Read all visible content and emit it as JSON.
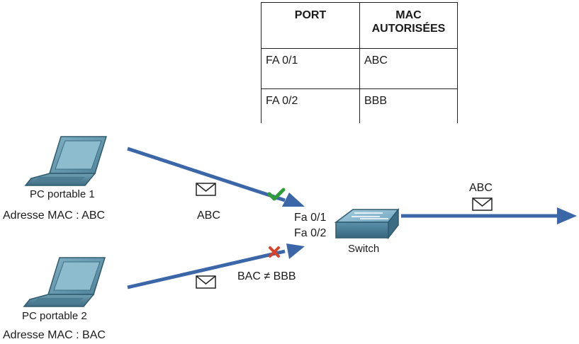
{
  "table": {
    "headers": [
      "PORT",
      "MAC AUTORISÉES"
    ],
    "rows": [
      {
        "port": "FA 0/1",
        "mac": "ABC"
      },
      {
        "port": "FA 0/2",
        "mac": "BBB"
      }
    ]
  },
  "pc1": {
    "name": "PC portable 1",
    "mac_label": "Adresse MAC : ABC"
  },
  "pc2": {
    "name": "PC portable 2",
    "mac_label": "Adresse MAC : BAC"
  },
  "switch": {
    "name": "Switch",
    "port1": "Fa 0/1",
    "port2": "Fa 0/2"
  },
  "frames": {
    "pc1_frame": "ABC",
    "pc2_frame": "BAC ≠ BBB",
    "out_frame": "ABC"
  },
  "colors": {
    "arrow": "#3b67a8",
    "allowed": "#2e9e3a",
    "denied": "#d9432a",
    "laptop": "#5f93a8"
  },
  "icons": [
    "laptop-icon",
    "switch-icon",
    "envelope-icon",
    "check-icon",
    "cross-icon"
  ]
}
